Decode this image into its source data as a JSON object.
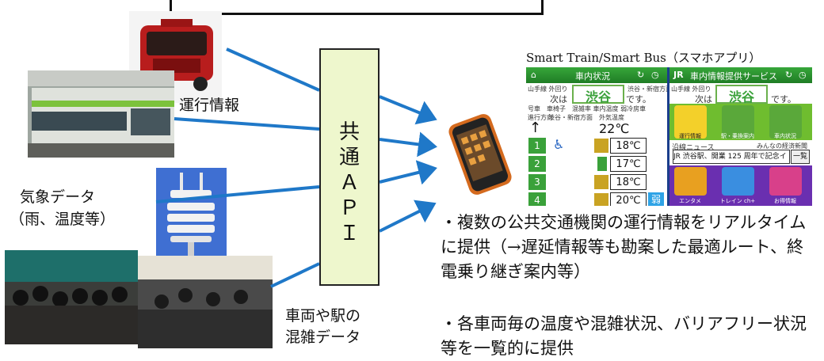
{
  "app_caption": "Smart Train/Smart Bus（スマホアプリ）",
  "api_chars": [
    "共",
    "通",
    "Ａ",
    "Ｐ",
    "Ｉ"
  ],
  "labels": {
    "operation": "運行情報",
    "weather_1": "気象データ",
    "weather_2": "（雨、温度等）",
    "crowd_1": "車両や駅の",
    "crowd_2": "混雑データ"
  },
  "descriptions": [
    "・複数の公共交通機関の運行情報をリアルタイムに提供（→遅延情報等も勘案した最適ルート、終電乗り継ぎ案内等）",
    "・各車両毎の温度や混雑状況、バリアフリー状況等を一覧的に提供"
  ],
  "app": {
    "left_title": "車内状況",
    "right_title": "車内情報提供サービス",
    "line_label": "山手線 外回り",
    "next_label": "次は",
    "station": "渋谷",
    "desu": "です。",
    "direction": "渋谷・新宿方面",
    "col_headers": "号車　車椅子　混雑率 車内温度 弱冷房車",
    "direction_head": "進行方向",
    "outside_label": "外気温度",
    "outside_temp": "22℃",
    "cars": [
      {
        "no": "1",
        "temp": "18℃"
      },
      {
        "no": "2",
        "temp": "17℃"
      },
      {
        "no": "3",
        "temp": "18℃"
      },
      {
        "no": "4",
        "temp": "20℃",
        "weak": "弱"
      }
    ],
    "tiles": [
      "運行情報",
      "駅・乗換案内",
      "車内状況",
      "エンタメ",
      "トレイン ch+",
      "お得情報"
    ],
    "news_head": "沿線ニュース",
    "news_source": "みんなの経済新聞",
    "news_item": "JR 渋谷駅、開業 125 周年で記念イ",
    "news_button": "一覧"
  }
}
